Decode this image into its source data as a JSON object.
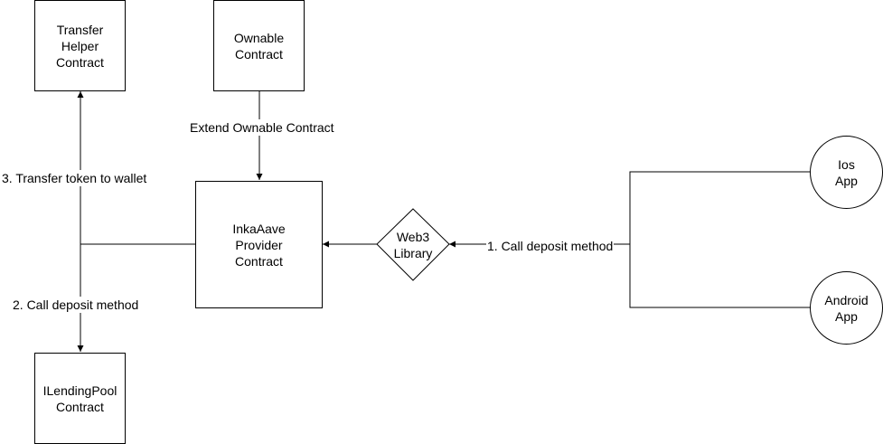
{
  "nodes": {
    "transfer_helper": "Transfer\nHelper\nContract",
    "ownable": "Ownable\nContract",
    "inkaaave_provider": "InkaAave\nProvider\nContract",
    "web3_library": "Web3\nLibrary",
    "ilendingpool": "ILendingPool\nContract",
    "ios_app": "Ios\nApp",
    "android_app": "Android\nApp"
  },
  "edges": {
    "extend_ownable": "Extend Ownable Contract",
    "transfer_token": "3. Transfer token to wallet",
    "call_deposit_lending": "2. Call deposit method",
    "call_deposit_apps": "1. Call deposit method"
  },
  "colors": {
    "stroke": "#000000",
    "fill": "#ffffff"
  }
}
